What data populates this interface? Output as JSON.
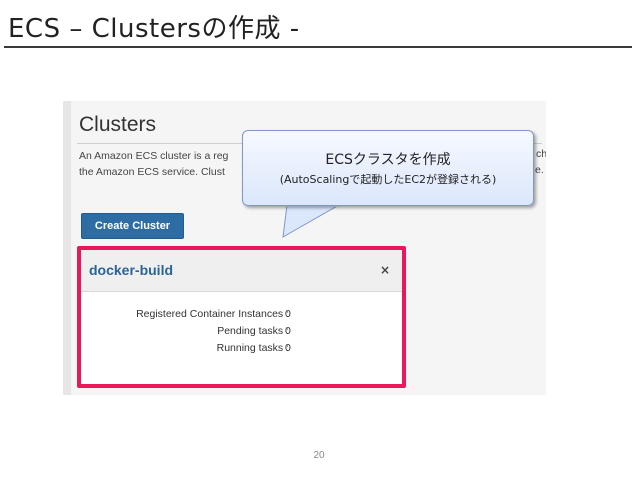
{
  "slide": {
    "title": "ECS –  Clustersの作成 -",
    "page_number": "20"
  },
  "console": {
    "heading": "Clusters",
    "description_line1": "An Amazon ECS cluster is a reg",
    "description_line1_end": "ch",
    "description_line2": "the Amazon ECS service. Clust",
    "description_line2_end": "e.",
    "create_button_label": "Create Cluster"
  },
  "cluster_card": {
    "name": "docker-build",
    "close_glyph": "×",
    "stats": [
      {
        "label": "Registered Container Instances :",
        "value": "0"
      },
      {
        "label": "Pending tasks :",
        "value": "0"
      },
      {
        "label": "Running tasks :",
        "value": "0"
      }
    ],
    "highlight_color": "#e8195a"
  },
  "callout": {
    "line1": "ECSクラスタを作成",
    "line2": "(AutoScalingで起動したEC2が登録される)"
  },
  "colors": {
    "button": "#2e6da4",
    "cluster_link": "#2a6496",
    "callout_fill": "#dbe7fb"
  }
}
